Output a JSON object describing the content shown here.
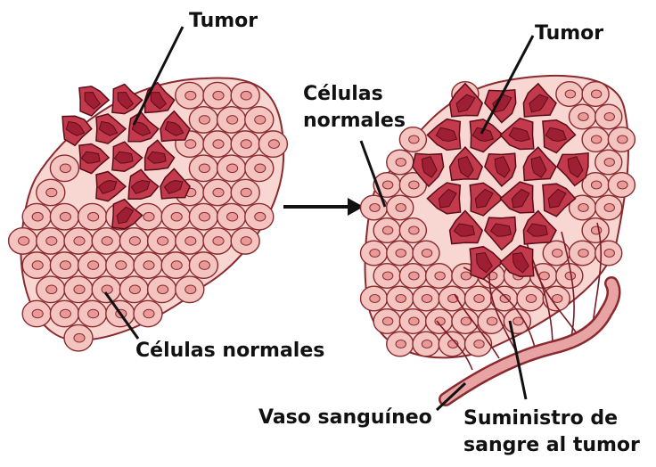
{
  "left_panel": {
    "tumor_label": "Tumor",
    "normal_label": "Células normales"
  },
  "right_panel": {
    "tumor_label": "Tumor",
    "normal_label_line1": "Células",
    "normal_label_line2": "normales",
    "vessel_label": "Vaso sanguíneo",
    "supply_label_line1": "Suministro de",
    "supply_label_line2": "sangre al tumor"
  },
  "colors": {
    "normal_cell_fill": "#f4c4c0",
    "normal_cell_stroke": "#8a2a2e",
    "normal_nucleus": "#e79a98",
    "tumor_fill": "#c23a4c",
    "tumor_inner": "#9e1f33",
    "tumor_stroke": "#5a0d18",
    "vessel": "#e8a4a4",
    "capillary": "#7a1a26"
  }
}
